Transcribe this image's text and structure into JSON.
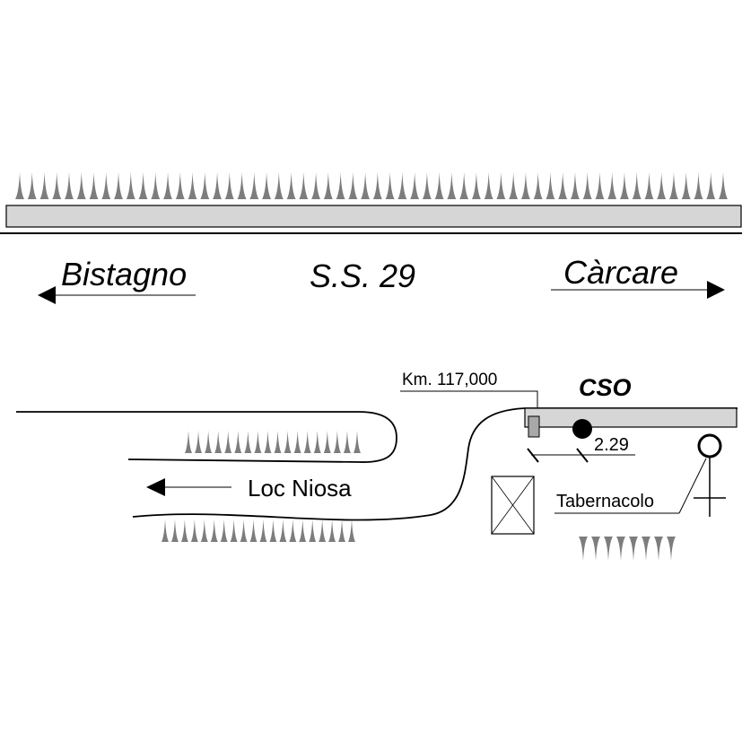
{
  "labels": {
    "bistagno": "Bistagno",
    "road": "S.S. 29",
    "carcare": "Càrcare",
    "km": "Km. 117,000",
    "cso": "CSO",
    "distance": "2.29",
    "locality": "Loc Niosa",
    "tabernacolo": "Tabernacolo"
  },
  "colors": {
    "spike": "#7d7d7d",
    "bar_fill": "#d6d6d6",
    "line": "#000000",
    "marker_fill": "#a8a8a8"
  }
}
